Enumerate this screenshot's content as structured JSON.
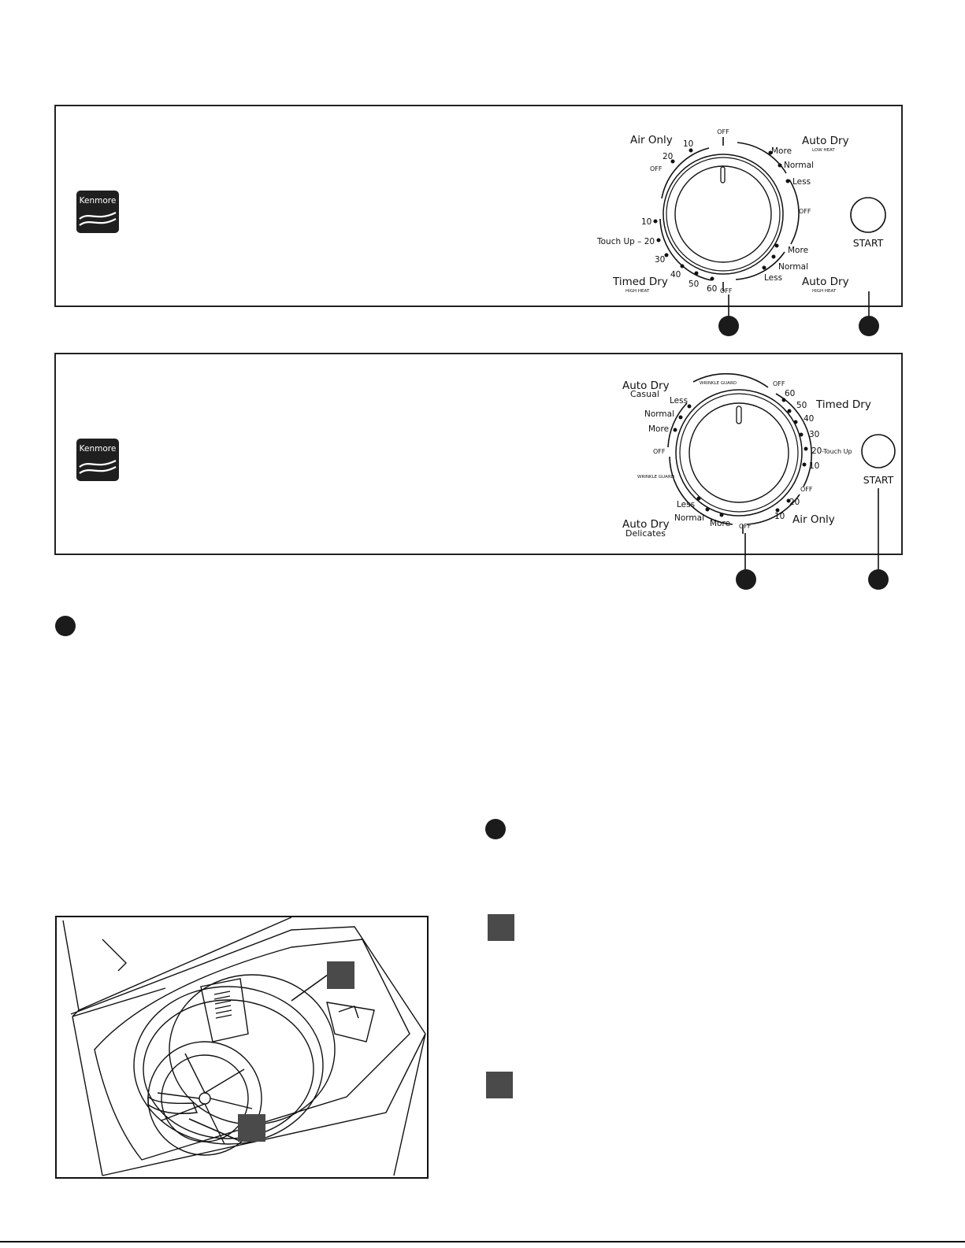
{
  "brand": "Kenmore",
  "panel1": {
    "dial": {
      "air_only": "Air Only",
      "air_10": "10",
      "air_20": "20",
      "off_left_top": "OFF",
      "off_top": "OFF",
      "auto_dry_low": "Auto Dry",
      "low_heat": "LOW HEAT",
      "more_1": "More",
      "normal_1": "Normal",
      "less_1": "Less",
      "off_right": "OFF",
      "more_2": "More",
      "normal_2": "Normal",
      "less_2": "Less",
      "auto_dry_high": "Auto Dry",
      "high_heat_right": "HIGH HEAT",
      "off_bottom": "OFF",
      "t10": "10",
      "touch_up": "Touch Up – 20",
      "t30": "30",
      "t40": "40",
      "t50": "50",
      "t60": "60",
      "timed_dry": "Timed Dry",
      "high_heat_left": "HIGH HEAT"
    },
    "start": "START"
  },
  "panel2": {
    "dial": {
      "auto_dry_casual": "Auto Dry",
      "casual": "Casual",
      "less_1": "Less",
      "normal_1": "Normal",
      "more_1": "More",
      "off_left": "OFF",
      "wrinkle_guard_left": "WRINKLE GUARD",
      "wrinkle_guard_top": "WRINKLE GUARD",
      "off_top": "OFF",
      "t60": "60",
      "t50": "50",
      "timed_dry": "Timed Dry",
      "t40": "40",
      "t30": "30",
      "t20": "20",
      "touch_up": "-Touch Up",
      "t10": "10",
      "off_right": "OFF",
      "a20": "20",
      "a10": "10",
      "air_only": "Air Only",
      "off_bottom": "OFF",
      "more_2": "More",
      "normal_2": "Normal",
      "less_2": "Less",
      "auto_dry_delicates": "Auto Dry",
      "delicates": "Delicates"
    },
    "start": "START"
  },
  "colors": {
    "ink": "#111111",
    "callout": "#1b1b1b",
    "badge": "#4a4a4a"
  }
}
